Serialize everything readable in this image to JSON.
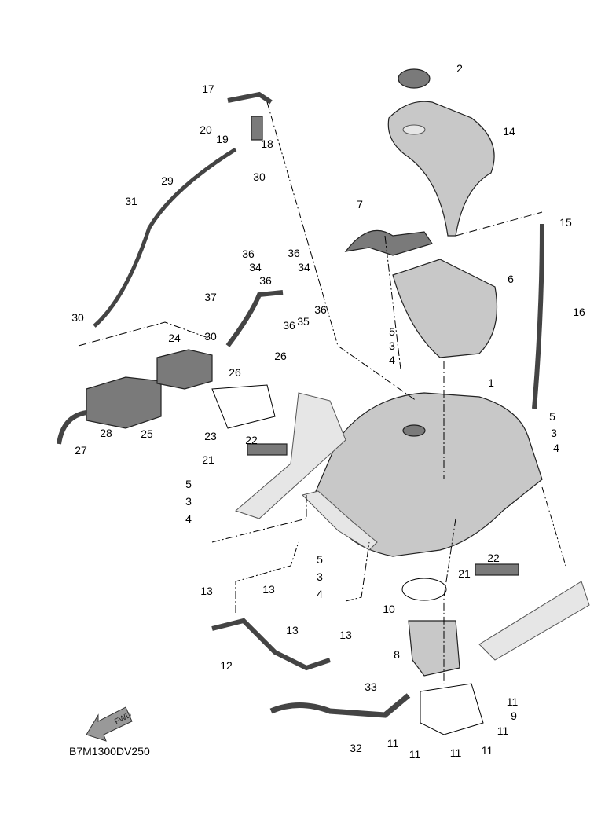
{
  "diagram": {
    "code": "B7M1300DV250",
    "fwd_label": "FWD",
    "callouts": [
      "2",
      "14",
      "17",
      "20",
      "19",
      "18",
      "30",
      "29",
      "31",
      "7",
      "15",
      "36",
      "36",
      "34",
      "34",
      "36",
      "6",
      "37",
      "36",
      "36",
      "35",
      "16",
      "30",
      "30",
      "24",
      "5",
      "3",
      "4",
      "26",
      "26",
      "1",
      "5",
      "3",
      "4",
      "28",
      "25",
      "23",
      "22",
      "27",
      "21",
      "5",
      "3",
      "4",
      "5",
      "3",
      "4",
      "13",
      "13",
      "22",
      "21",
      "10",
      "13",
      "13",
      "8",
      "12",
      "33",
      "11",
      "9",
      "11",
      "11",
      "11",
      "11",
      "11",
      "32"
    ]
  }
}
